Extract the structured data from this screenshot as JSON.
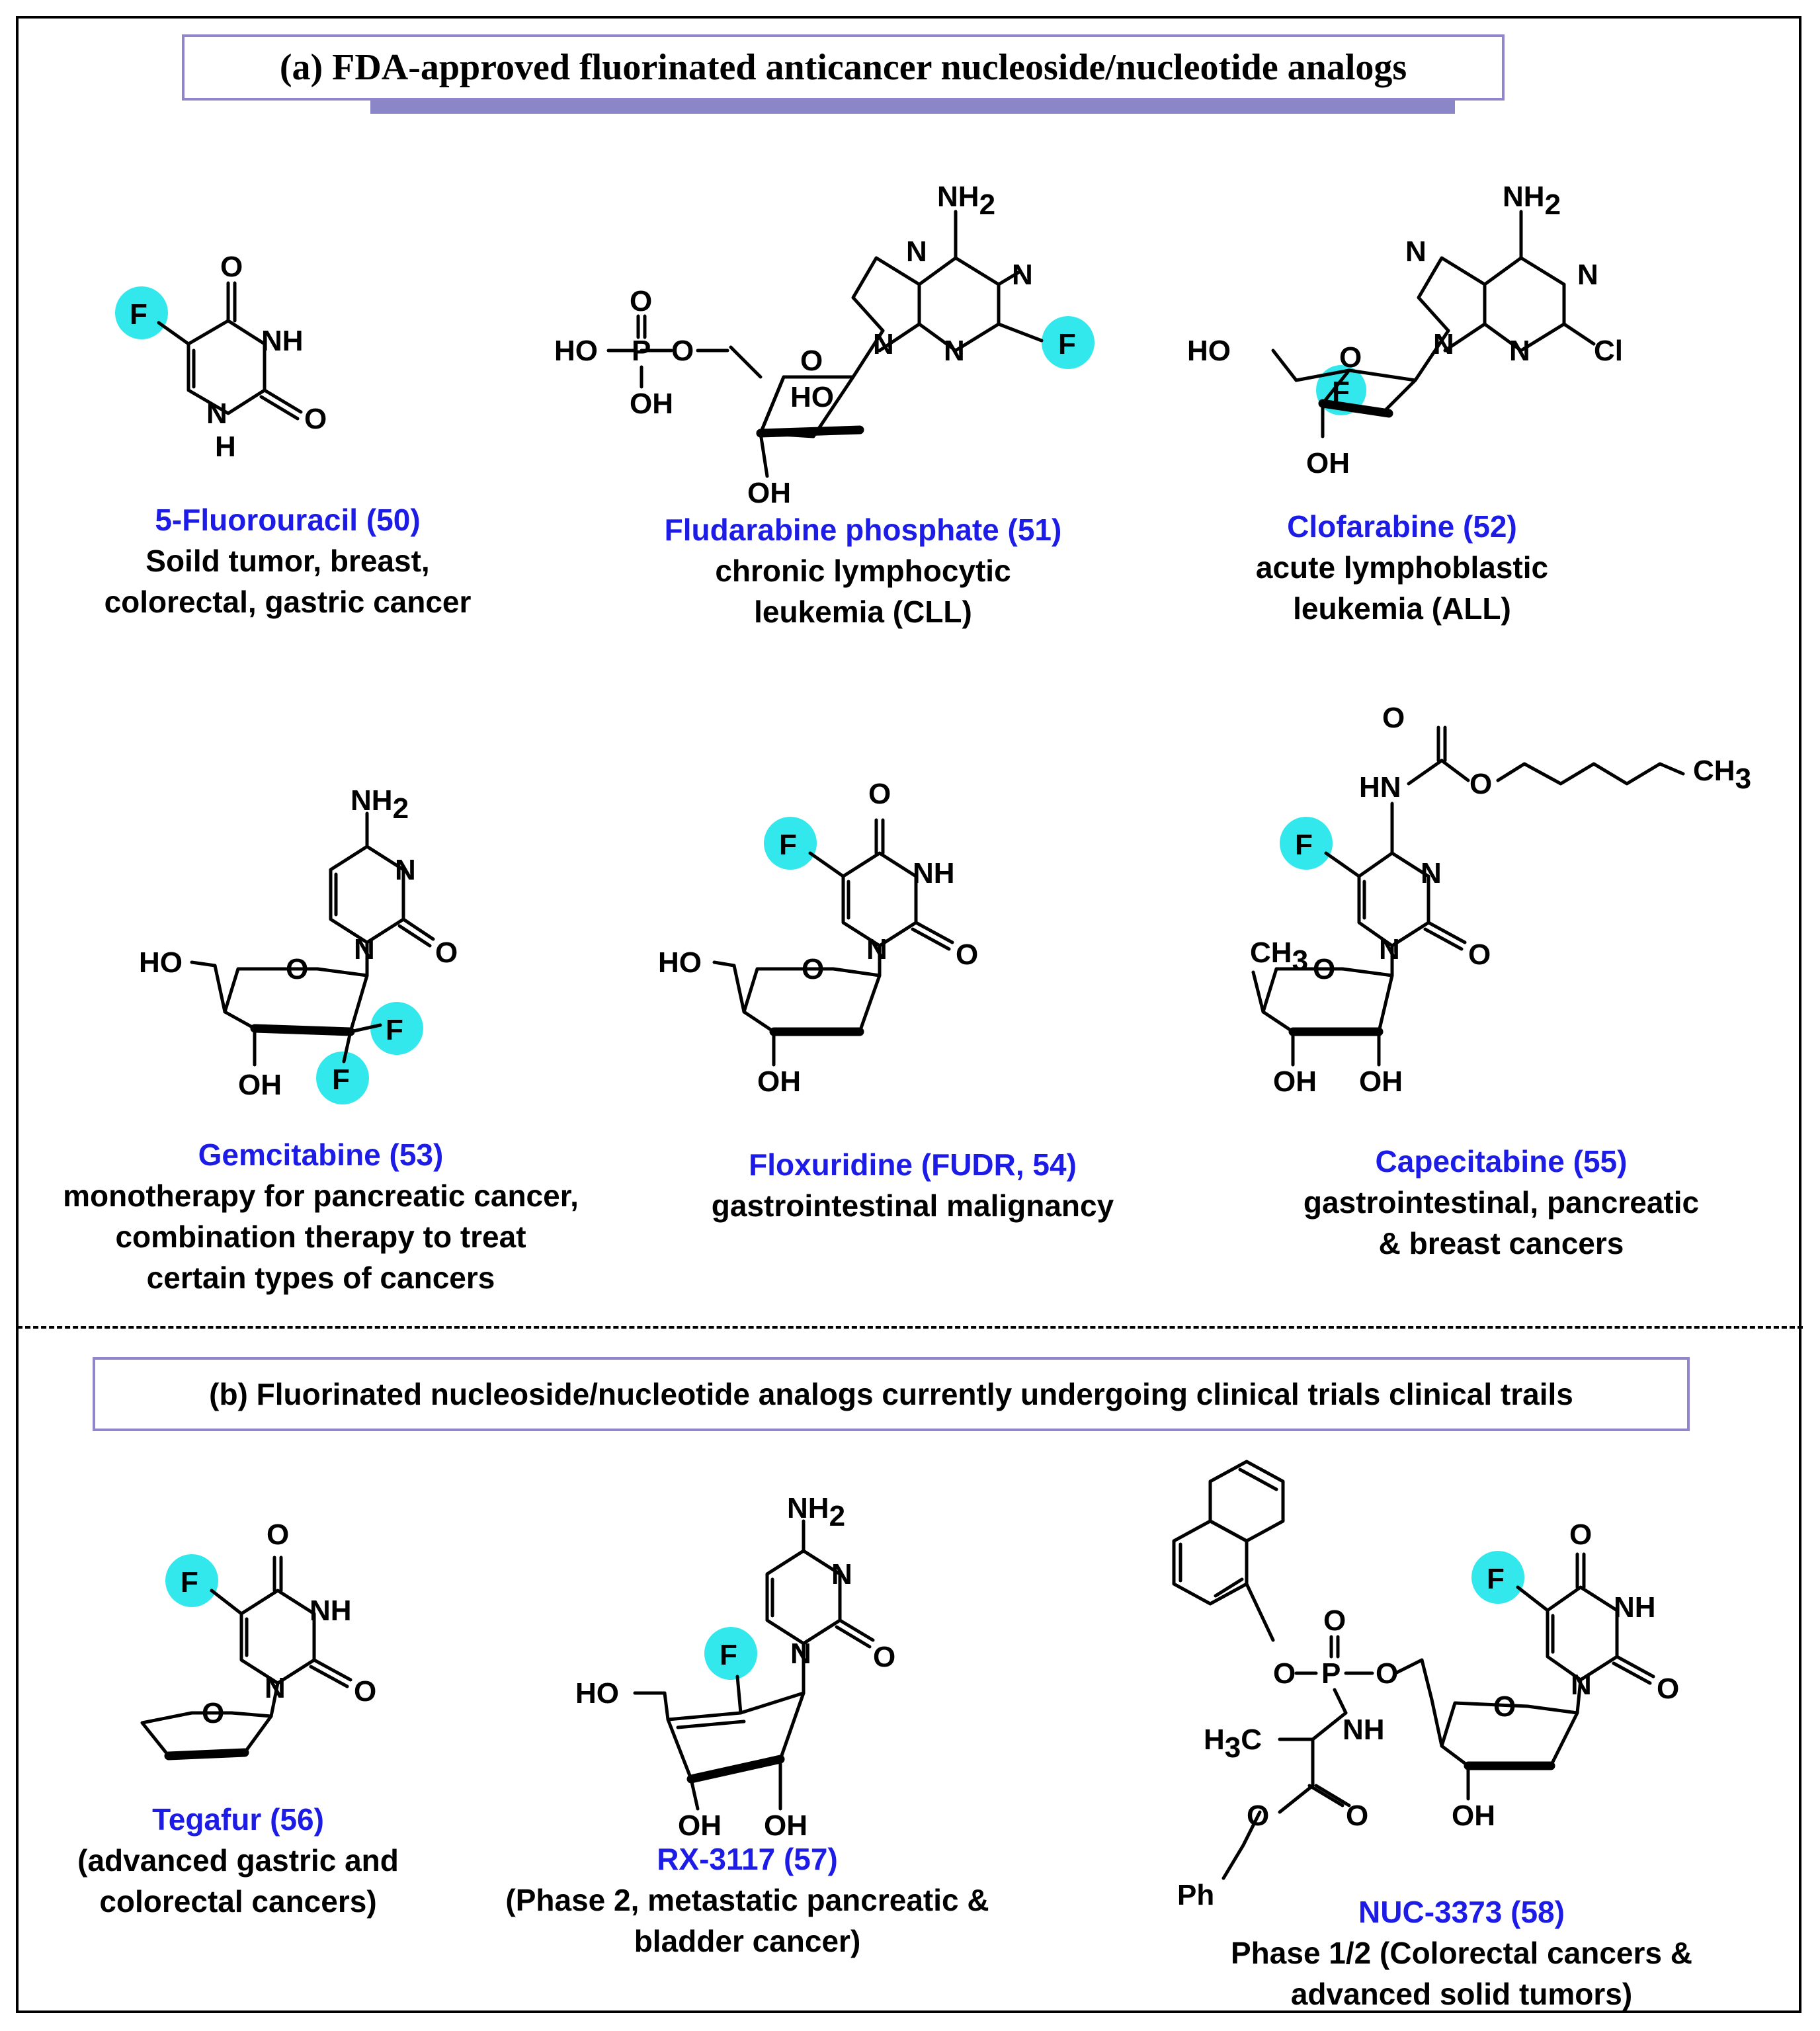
{
  "section_a": {
    "title": "(a) FDA-approved fluorinated anticancer nucleoside/nucleotide analogs",
    "compounds": [
      {
        "name": "5-Fluorouracil (50)",
        "use": "Soild tumor, breast,\ncolorectal, gastric cancer"
      },
      {
        "name": "Fludarabine phosphate (51)",
        "use": "chronic lymphocytic\nleukemia (CLL)"
      },
      {
        "name": "Clofarabine (52)",
        "use": "acute lymphoblastic\nleukemia (ALL)"
      },
      {
        "name": "Gemcitabine (53)",
        "use": "monotherapy for pancreatic cancer,\ncombination therapy to treat\ncertain types of cancers"
      },
      {
        "name": "Floxuridine (FUDR, 54)",
        "use": "gastrointestinal malignancy"
      },
      {
        "name": "Capecitabine (55)",
        "use": "gastrointestinal, pancreatic\n& breast cancers"
      }
    ]
  },
  "section_b": {
    "title": "(b) Fluorinated nucleoside/nucleotide analogs currently undergoing clinical trials clinical trails",
    "compounds": [
      {
        "name": "Tegafur (56)",
        "use": "(advanced gastric and\ncolorectal cancers)"
      },
      {
        "name": "RX-3117 (57)",
        "use": "(Phase 2, metastatic pancreatic &\nbladder cancer)"
      },
      {
        "name": "NUC-3373 (58)",
        "use": "Phase 1/2 (Colorectal cancers &\nadvanced solid tumors)"
      }
    ]
  },
  "atoms": {
    "F": "F",
    "O": "O",
    "N": "N",
    "NH": "NH",
    "H": "H",
    "NH2": "NH",
    "sub2": "2",
    "OH": "OH",
    "HO": "HO",
    "P": "P",
    "Cl": "Cl",
    "HN": "HN",
    "CH3": "CH",
    "sub3": "3",
    "H3C": "H",
    "C": "C",
    "Ph": "Ph"
  },
  "highlight_color": "#33e8ec",
  "name_color": "#1c1ce6",
  "box_border_color": "#8f87c9"
}
